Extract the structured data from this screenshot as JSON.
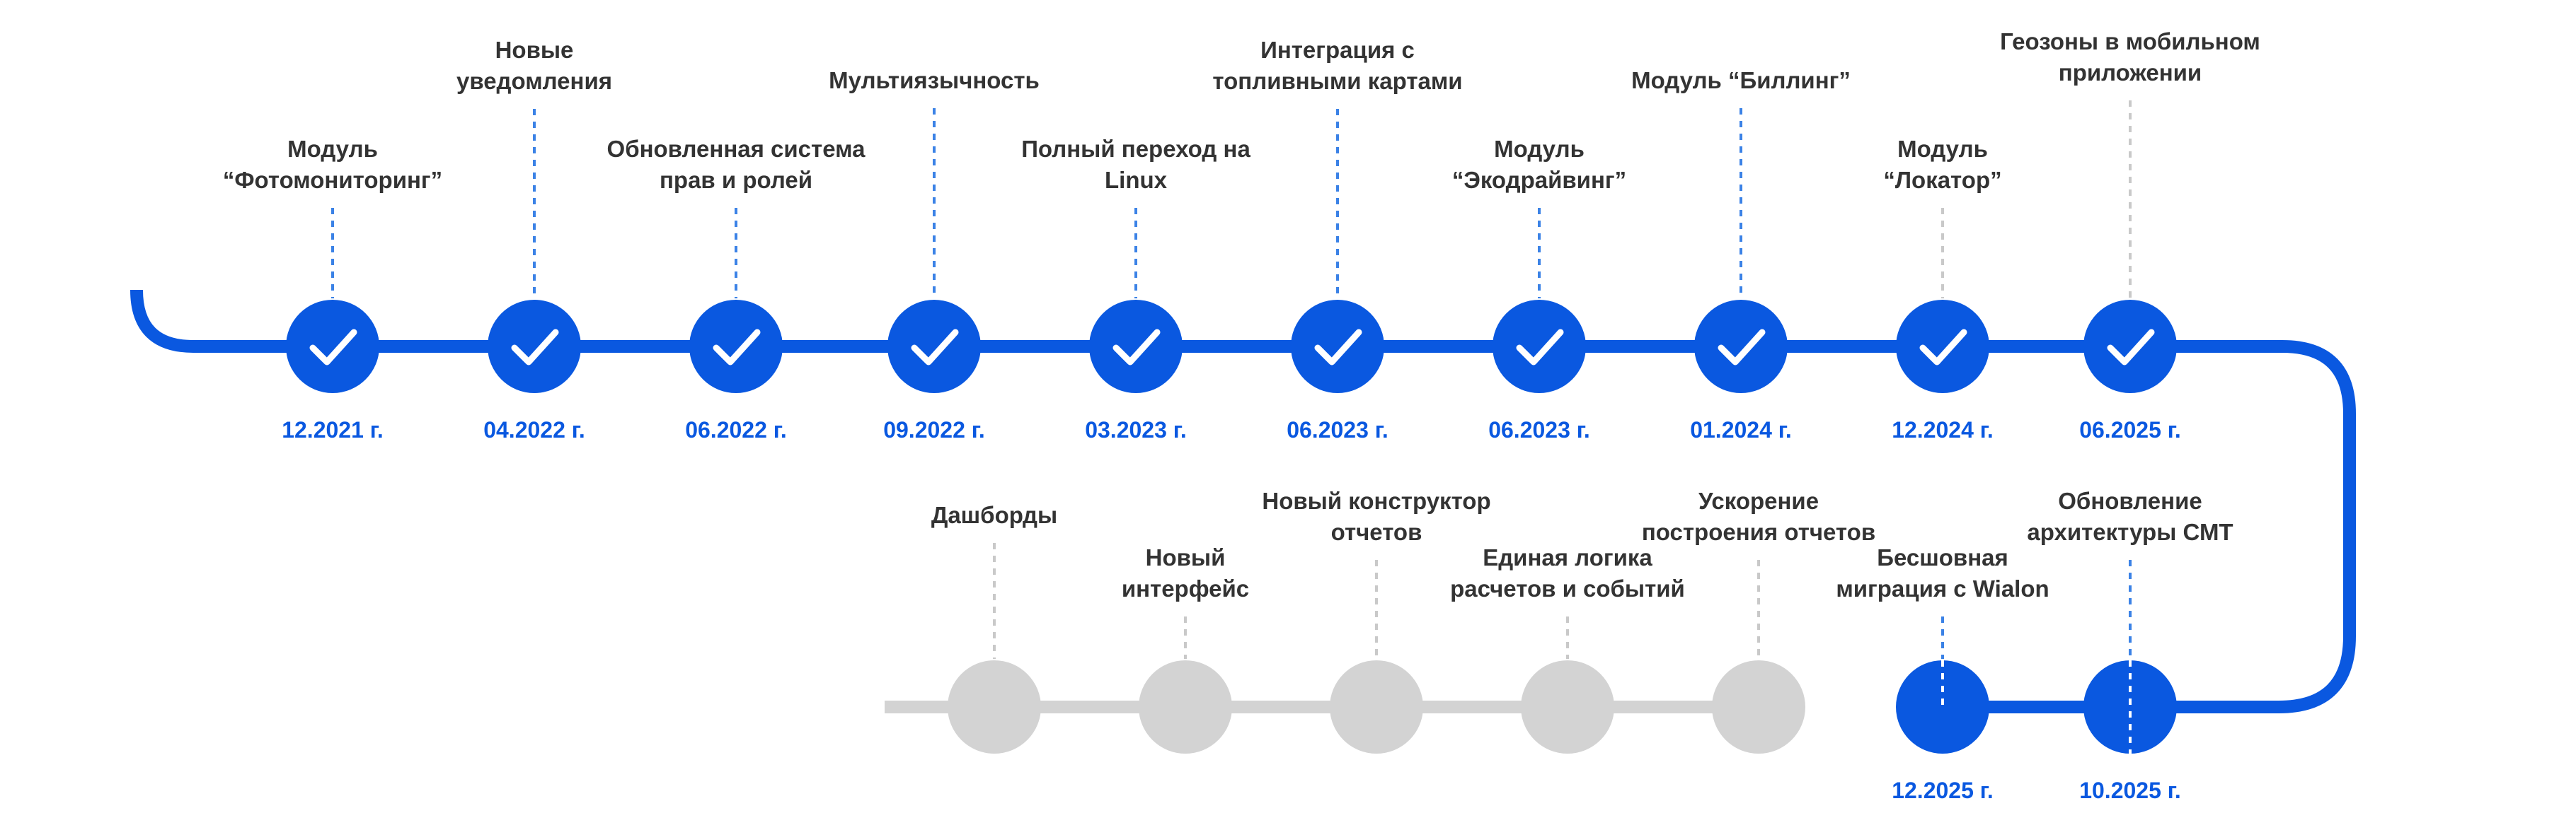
{
  "colors": {
    "done": "#0a58e0",
    "planned": "#d3d3d3",
    "label": "#333333",
    "connector_done": "#3b82e6",
    "connector_planned": "#c9c9c9"
  },
  "milestones_row1": [
    {
      "label": [
        "Модуль",
        "“Фотомониторинг”"
      ],
      "date": "12.2021 г.",
      "status": "done"
    },
    {
      "label": [
        "Новые",
        "уведомления"
      ],
      "date": "04.2022 г.",
      "status": "done"
    },
    {
      "label": [
        "Обновленная система",
        "прав и ролей"
      ],
      "date": "06.2022 г.",
      "status": "done"
    },
    {
      "label": [
        "Мультиязычность"
      ],
      "date": "09.2022 г.",
      "status": "done"
    },
    {
      "label": [
        "Полный переход на",
        "Linux"
      ],
      "date": "03.2023 г.",
      "status": "done"
    },
    {
      "label": [
        "Интеграция с",
        "топливными картами"
      ],
      "date": "06.2023 г.",
      "status": "done"
    },
    {
      "label": [
        "Модуль",
        "“Экодрайвинг”"
      ],
      "date": "06.2023 г.",
      "status": "done"
    },
    {
      "label": [
        "Модуль “Биллинг”"
      ],
      "date": "01.2024 г.",
      "status": "done"
    },
    {
      "label": [
        "Модуль",
        "“Локатор”"
      ],
      "date": "12.2024 г.",
      "status": "done"
    },
    {
      "label": [
        "Геозоны в мобильном",
        "приложении"
      ],
      "date": "06.2025 г.",
      "status": "done"
    }
  ],
  "milestones_row2": [
    {
      "label": [
        "Дашборды"
      ],
      "date": "",
      "status": "planned"
    },
    {
      "label": [
        "Новый",
        "интерфейс"
      ],
      "date": "",
      "status": "planned"
    },
    {
      "label": [
        "Новый конструктор",
        "отчетов"
      ],
      "date": "",
      "status": "planned"
    },
    {
      "label": [
        "Единая логика",
        "расчетов и событий"
      ],
      "date": "",
      "status": "planned"
    },
    {
      "label": [
        "Ускорение",
        "построения отчетов"
      ],
      "date": "",
      "status": "planned"
    },
    {
      "label": [
        "Бесшовная",
        "миграция с Wialon"
      ],
      "date": "12.2025 г.",
      "status": "done"
    },
    {
      "label": [
        "Обновление",
        "архитектуры СМТ"
      ],
      "date": "10.2025 г.",
      "status": "done"
    }
  ]
}
